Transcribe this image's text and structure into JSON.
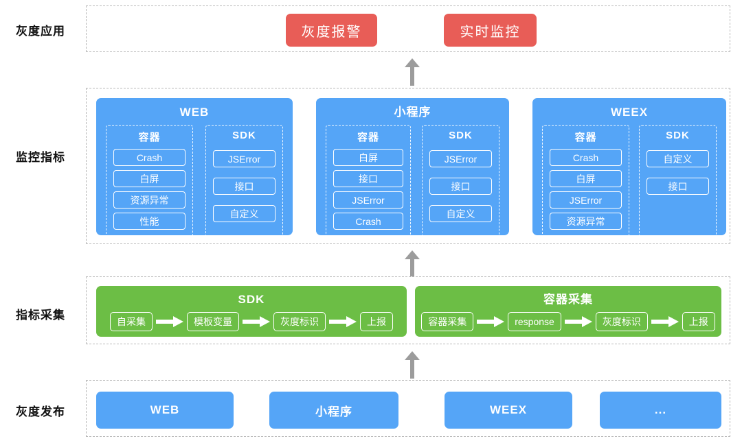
{
  "rows": [
    {
      "label": "灰度应用"
    },
    {
      "label": "监控指标"
    },
    {
      "label": "指标采集"
    },
    {
      "label": "灰度发布"
    }
  ],
  "colors": {
    "blue": "#55a5f7",
    "green": "#6cbe45",
    "red": "#e85d57",
    "arrow_grey": "#9c9c9c",
    "dashed_border": "#b8b8b8"
  },
  "apps": {
    "buttons": [
      {
        "label": "灰度报警"
      },
      {
        "label": "实时监控"
      }
    ]
  },
  "metrics": {
    "platforms": [
      {
        "title": "WEB",
        "groups": [
          {
            "title": "容器",
            "items": [
              "Crash",
              "白屏",
              "资源异常",
              "性能"
            ]
          },
          {
            "title": "SDK",
            "items": [
              "JSError",
              "接口",
              "自定义"
            ]
          }
        ]
      },
      {
        "title": "小程序",
        "groups": [
          {
            "title": "容器",
            "items": [
              "白屏",
              "接口",
              "JSError",
              "Crash"
            ]
          },
          {
            "title": "SDK",
            "items": [
              "JSError",
              "接口",
              "自定义"
            ]
          }
        ]
      },
      {
        "title": "WEEX",
        "groups": [
          {
            "title": "容器",
            "items": [
              "Crash",
              "白屏",
              "JSError",
              "资源异常"
            ]
          },
          {
            "title": "SDK",
            "items": [
              "自定义",
              "接口"
            ]
          }
        ]
      }
    ]
  },
  "collection": {
    "cards": [
      {
        "title": "SDK",
        "steps": [
          "自采集",
          "模板变量",
          "灰度标识",
          "上报"
        ]
      },
      {
        "title": "容器采集",
        "steps": [
          "容器采集",
          "response",
          "灰度标识",
          "上报"
        ]
      }
    ]
  },
  "release": {
    "cards": [
      {
        "label": "WEB"
      },
      {
        "label": "小程序"
      },
      {
        "label": "WEEX"
      },
      {
        "label": "..."
      }
    ]
  },
  "arrows": {
    "flow_arrow_icon": "arrow-right-icon",
    "up_arrow_icon": "arrow-up-icon"
  }
}
